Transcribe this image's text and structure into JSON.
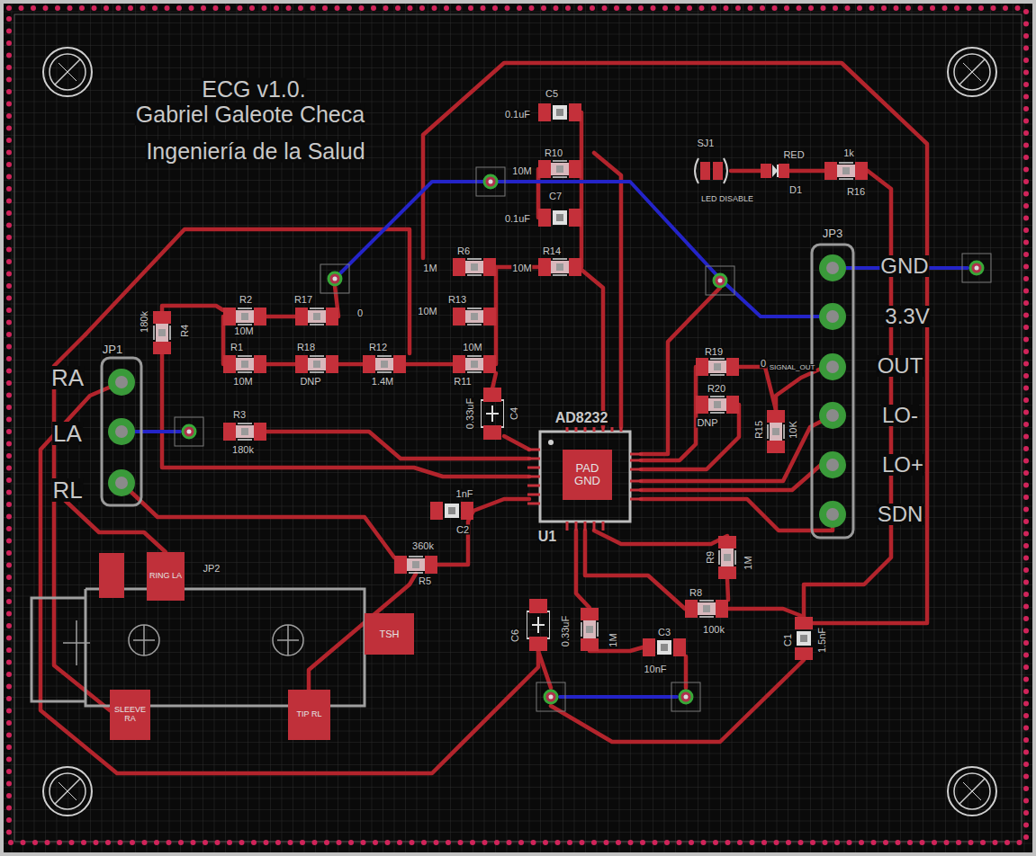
{
  "diagram": {
    "title": "ECG v1.0.",
    "nodes": [
      {
        "text": [
          "PAD GND"
        ]
      },
      {
        "text": [
          "RING LA"
        ]
      },
      {
        "text": [
          "TSH"
        ]
      },
      {
        "text": [
          "SLEEVE RA"
        ]
      },
      {
        "text": [
          "TIP RL"
        ]
      }
    ],
    "labels": [
      "Gabriel Galeote Checa",
      "Ingeniería de la Salud",
      "C5",
      "0.1uF",
      "R10",
      "10M",
      "SJ1",
      "RED",
      "1k",
      "LED DISABLE",
      "D1",
      "R16",
      "C7",
      "0.1uF",
      "JP3",
      "R6",
      "1M",
      "R14",
      "10M",
      "GND",
      "R17",
      "0",
      "R2",
      "180k",
      "R4",
      "R13",
      "10M",
      "3.3V",
      "10M",
      "R1",
      "R18",
      "R12",
      "10M",
      "R19",
      "0",
      "JP1",
      "RA",
      "SIGNAL_OUT",
      "OUT",
      "10M",
      "DNP",
      "1.4M",
      "R11",
      "R20",
      "0.33uF",
      "C4",
      "LA",
      "R3",
      "AD8232",
      "LO-",
      "DNP",
      "R15",
      "10K",
      "180k",
      "RL",
      "LO+",
      "1nF",
      "U1",
      "C2",
      "SDN",
      "360k",
      "R5",
      "JP2",
      "R9",
      "1M",
      "R8",
      "100k",
      "C6",
      "0.33uF",
      "1M",
      "C3",
      "C1",
      "1.5nF",
      "10nF"
    ]
  }
}
